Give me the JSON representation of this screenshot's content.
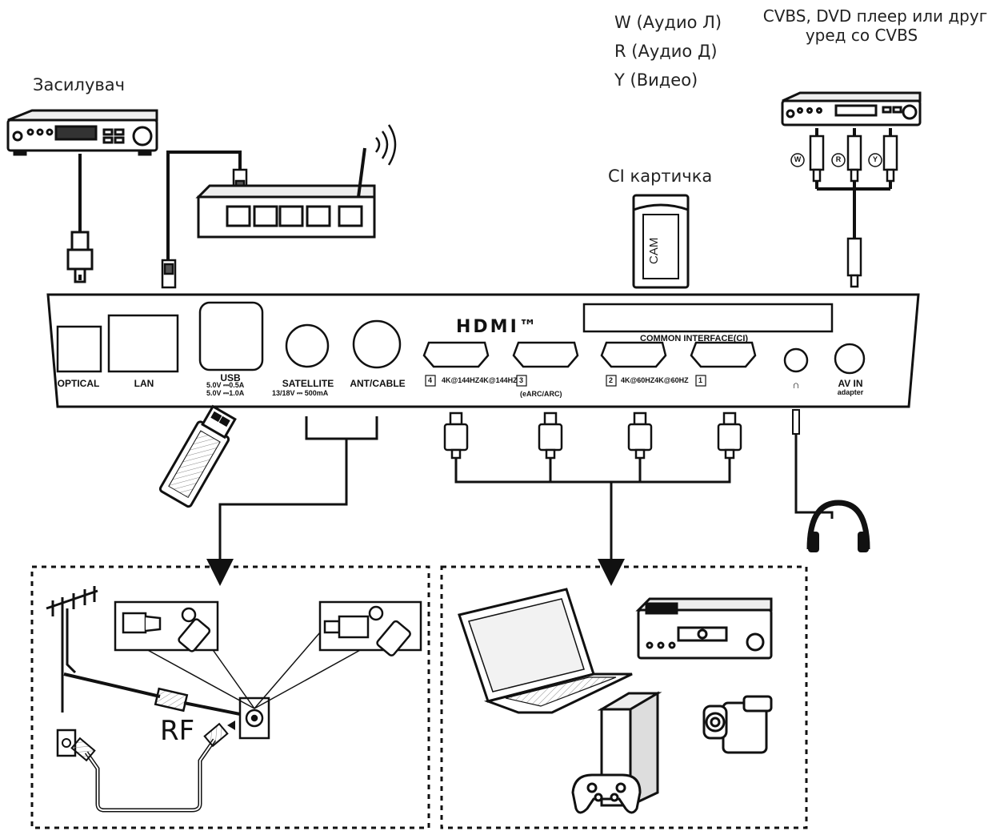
{
  "labels": {
    "amplifier": "Засилувач",
    "audio_left": "W (Аудио Л)",
    "audio_right": "R (Аудио Д)",
    "video": "Y (Видео)",
    "cvbs_line1": "CVBS, DVD плеер или друг",
    "cvbs_line2": "уред со CVBS",
    "ci_card": "CI картичка",
    "cam": "CAM",
    "rf": "RF"
  },
  "rca_tags": {
    "w": "W",
    "r": "R",
    "y": "Y"
  },
  "ports": {
    "optical": "OPTICAL",
    "lan": "LAN",
    "usb": "USB",
    "usb_spec1": "5.0V ⎓0.5A",
    "usb_spec2": "5.0V ⎓1.0A",
    "satellite": "SATELLITE",
    "satellite_spec": "13/18V ⎓ 500mA",
    "ant_cable": "ANT/CABLE",
    "hdmi_logo": "HDMI™",
    "common_interface": "COMMON INTERFACE(CI)",
    "hdmi_num_4": "4",
    "hdmi_spec_a": "4K@144HZ4K@144HZ",
    "hdmi_num_3": "3",
    "earc": "(eARC/ARC)",
    "hdmi_num_2": "2",
    "hdmi_spec_b": "4K@60HZ4K@60HZ",
    "hdmi_num_1": "1",
    "headphone_symbol": "∩",
    "av_in": "AV IN",
    "adapter": "adapter"
  }
}
